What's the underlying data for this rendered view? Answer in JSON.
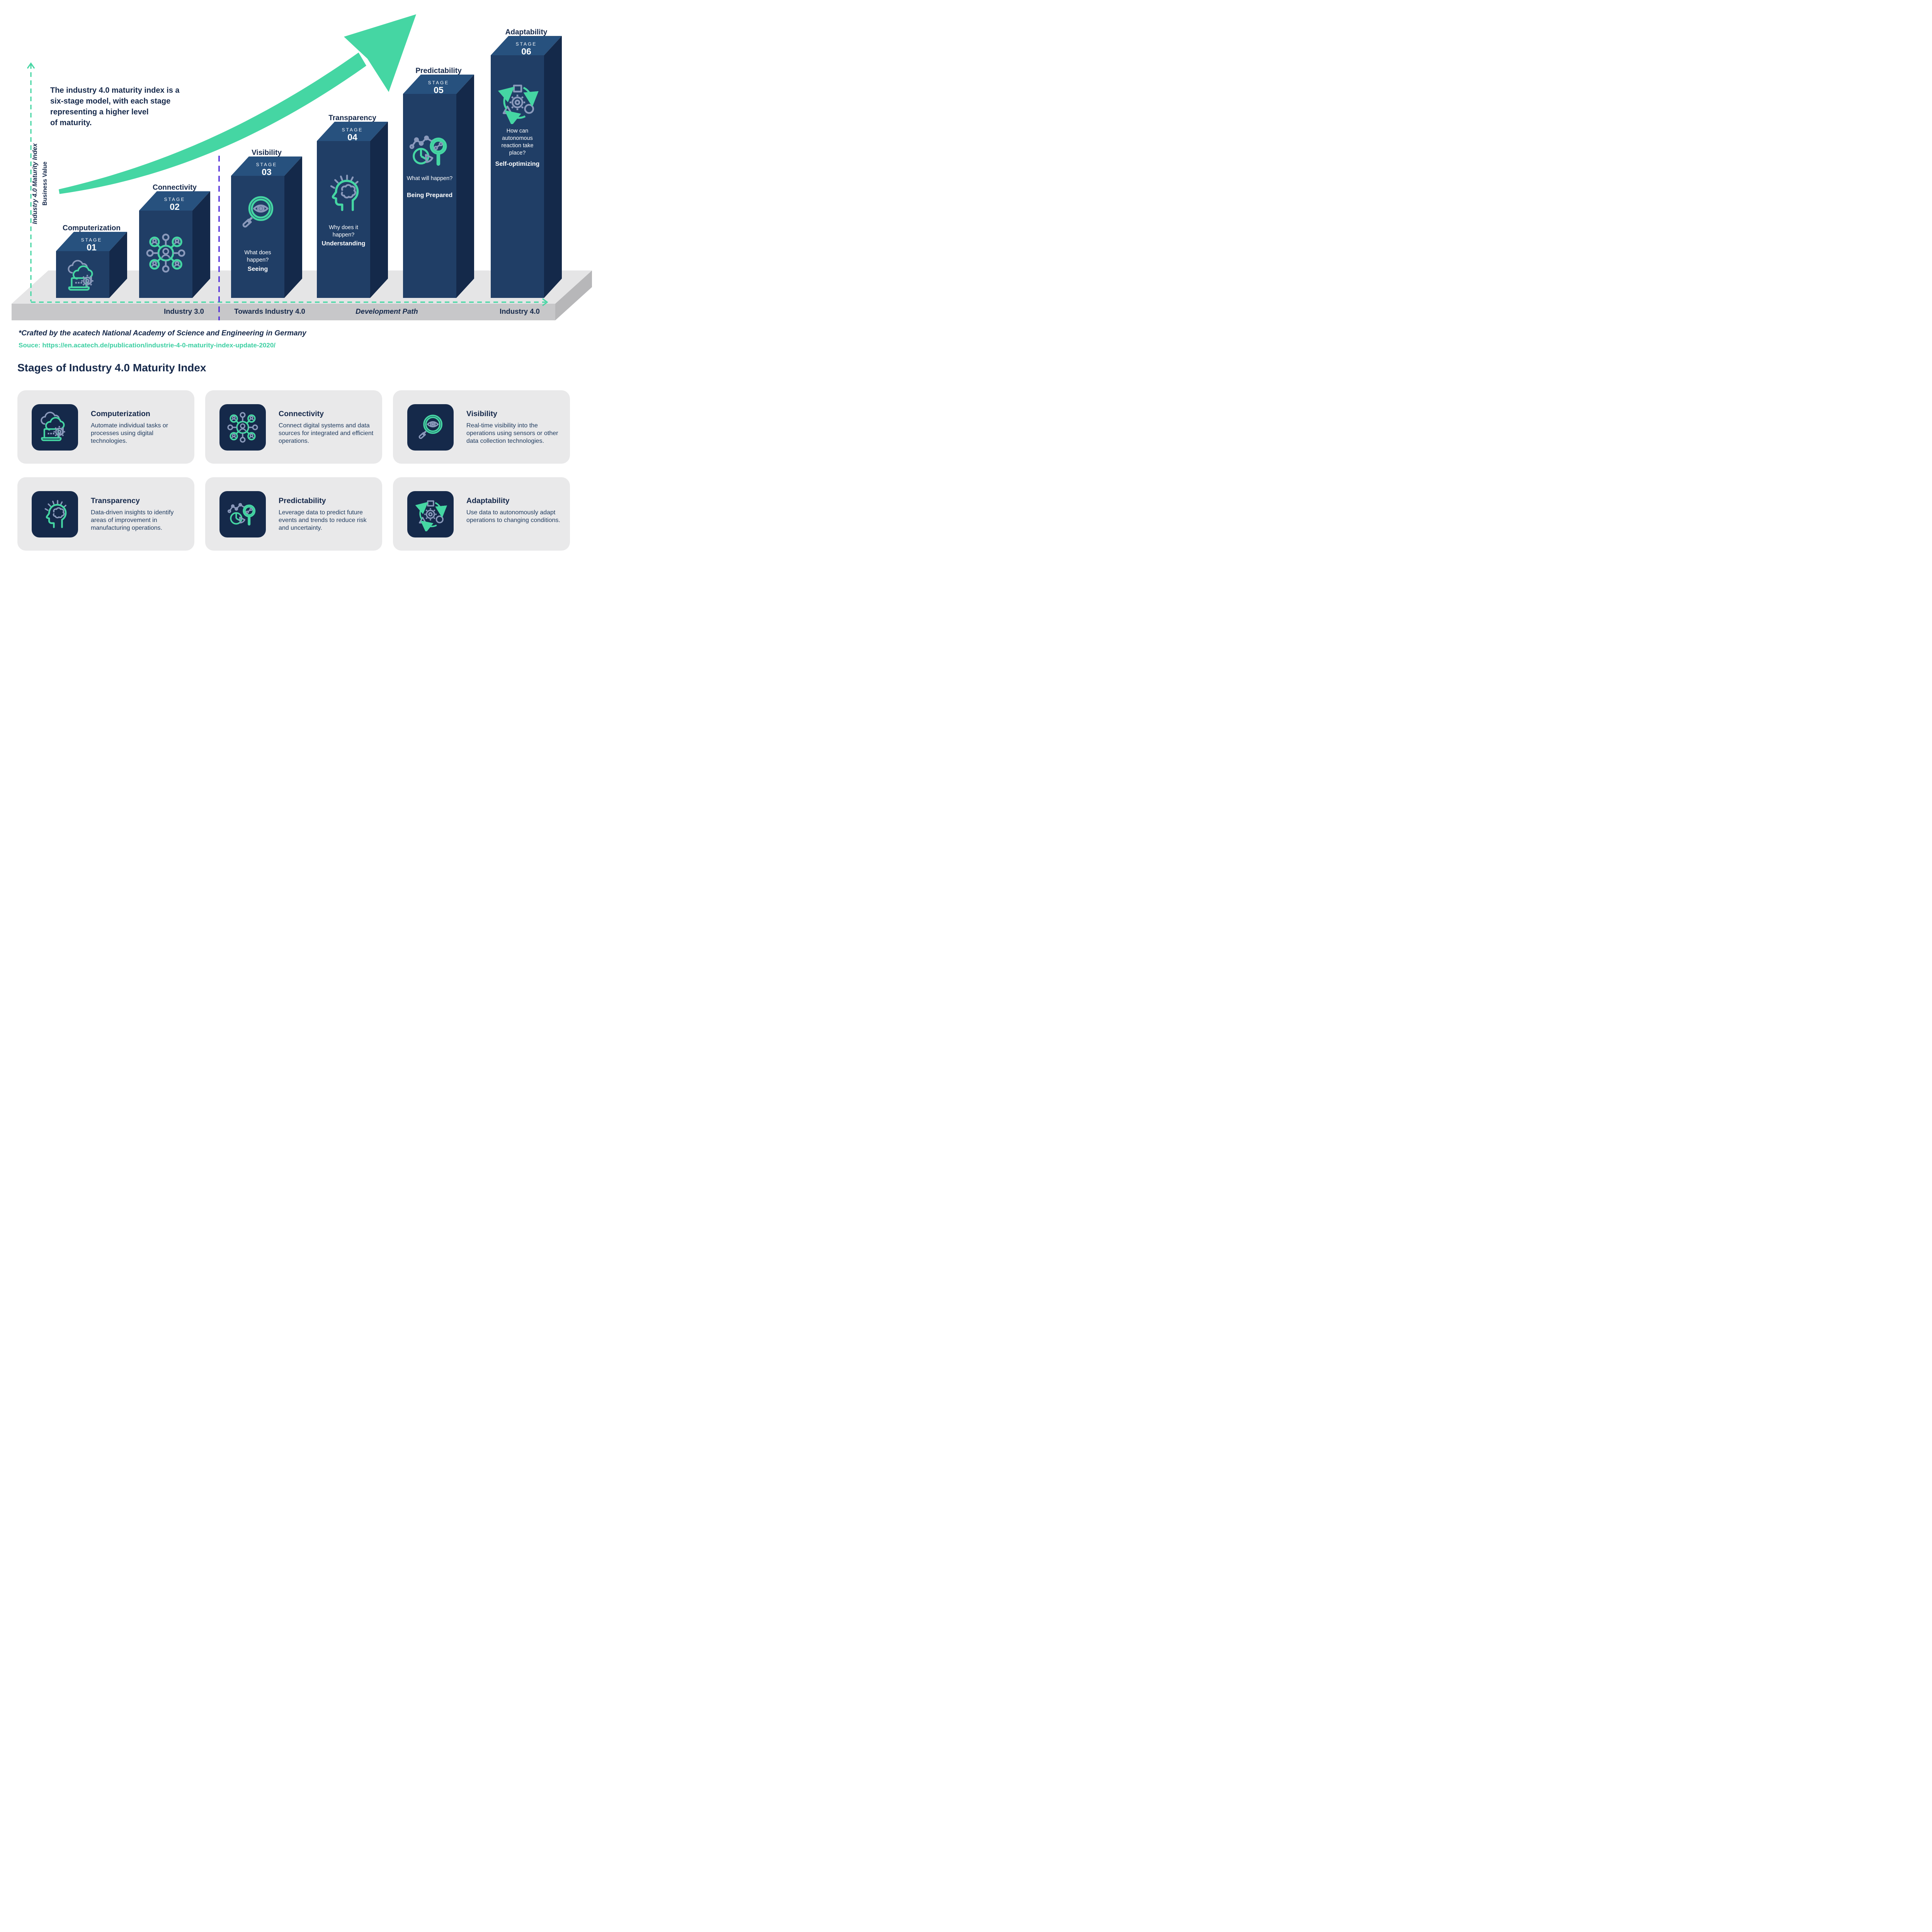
{
  "diagram": {
    "intro_lines": [
      "The industry 4.0 maturity index is  a",
      "six-stage model, with each stage",
      "representing a higher level",
      "of maturity."
    ],
    "y_axis_primary": "Industry 4.0 Maturity Index",
    "y_axis_secondary": "Business Value",
    "stage_word": "STAGE",
    "stages": [
      {
        "number": "01",
        "name": "Computerization",
        "question": "",
        "answer": ""
      },
      {
        "number": "02",
        "name": "Connectivity",
        "question": "",
        "answer": ""
      },
      {
        "number": "03",
        "name": "Visibility",
        "question": "What does happen?",
        "answer": "Seeing"
      },
      {
        "number": "04",
        "name": "Transparency",
        "question": "Why does it happen?",
        "answer": "Understanding"
      },
      {
        "number": "05",
        "name": "Predictability",
        "question": "What will happen?",
        "answer": "Being Prepared"
      },
      {
        "number": "06",
        "name": "Adaptability",
        "question": "How can autonomous reaction take place?",
        "answer": "Self-optimizing"
      }
    ],
    "baseline_labels": {
      "industry30": "Industry 3.0",
      "towards": "Towards Industry 4.0",
      "development_path": "Development Path",
      "industry40": "Industry 4.0"
    }
  },
  "footnote": {
    "credit": "*Crafted by the acatech National Academy of Science and Engineering in Germany",
    "source": "Souce: https://en.acatech.de/publication/industrie-4-0-maturity-index-update-2020/"
  },
  "stages_section": {
    "title": "Stages of Industry 4.0 Maturity Index",
    "cards": [
      {
        "title": "Computerization",
        "description": "Automate individual tasks or processes using digital technologies."
      },
      {
        "title": "Connectivity",
        "description": "Connect digital systems and data sources for integrated and efficient operations."
      },
      {
        "title": "Visibility",
        "description": "Real-time visibility into the operations using sensors or other data collection technologies."
      },
      {
        "title": "Transparency",
        "description": "Data-driven insights to  identify areas of improvement in manufacturing operations."
      },
      {
        "title": "Predictability",
        "description": "Leverage data to predict future events and trends to reduce risk and uncertainty."
      },
      {
        "title": "Adaptability",
        "description": "Use data to autonomously adapt operations to changing conditions."
      }
    ]
  },
  "colors": {
    "navy_text": "#16294B",
    "green_accent": "#45D6A3",
    "link_green": "#3CCFA2",
    "bar_front": "#203E66",
    "bar_top": "#27517E",
    "bar_side": "#14294A",
    "platform_top": "#E5E5E6",
    "platform_front": "#C7C7C9",
    "divider_purple": "#4F2BD9",
    "icon_gray": "#8A99BB",
    "card_bg": "#E9E9EA",
    "tile_bg": "#15294A"
  }
}
